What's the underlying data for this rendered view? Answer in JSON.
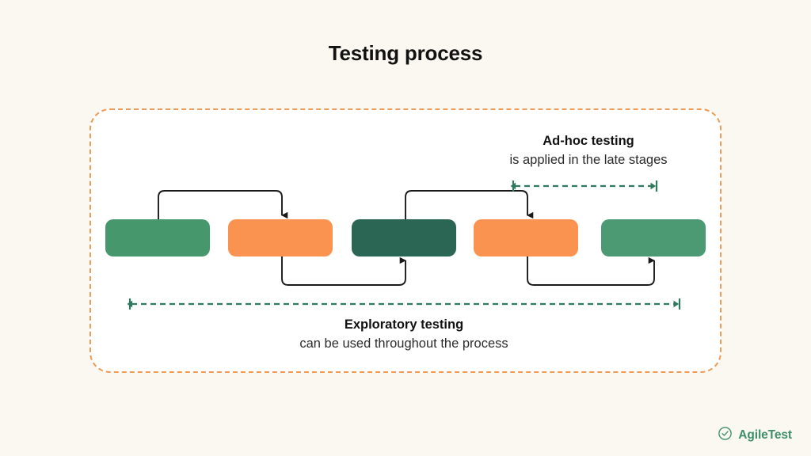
{
  "page": {
    "title": "Testing process",
    "background_color": "#FBF8F2"
  },
  "frame": {
    "border_color": "#EE9B57",
    "fill_color": "#FFFFFF",
    "style": "dashed"
  },
  "stages": [
    {
      "id": "stage-1",
      "color": "#47976D",
      "label": ""
    },
    {
      "id": "stage-2",
      "color": "#FA9350",
      "label": ""
    },
    {
      "id": "stage-3",
      "color": "#2B6655",
      "label": ""
    },
    {
      "id": "stage-4",
      "color": "#FA9350",
      "label": ""
    },
    {
      "id": "stage-5",
      "color": "#4C9A73",
      "label": ""
    }
  ],
  "connectors": {
    "stroke_color": "#1A1A1A",
    "items": [
      {
        "name": "connector-stage1-to-stage2",
        "direction": "over-top"
      },
      {
        "name": "connector-stage2-to-stage3",
        "direction": "under-bottom"
      },
      {
        "name": "connector-stage3-to-stage4",
        "direction": "over-top"
      },
      {
        "name": "connector-stage4-to-stage5",
        "direction": "under-bottom"
      }
    ]
  },
  "annotations": {
    "adhoc": {
      "title": "Ad-hoc testing",
      "subtitle": "is applied in the late stages",
      "span_color": "#2F7A5E"
    },
    "exploratory": {
      "title": "Exploratory testing",
      "subtitle": "can be used throughout the process",
      "span_color": "#2F7A5E"
    }
  },
  "brand": {
    "name": "AgileTest",
    "color": "#3C8F67",
    "icon": "check-circle-icon"
  }
}
